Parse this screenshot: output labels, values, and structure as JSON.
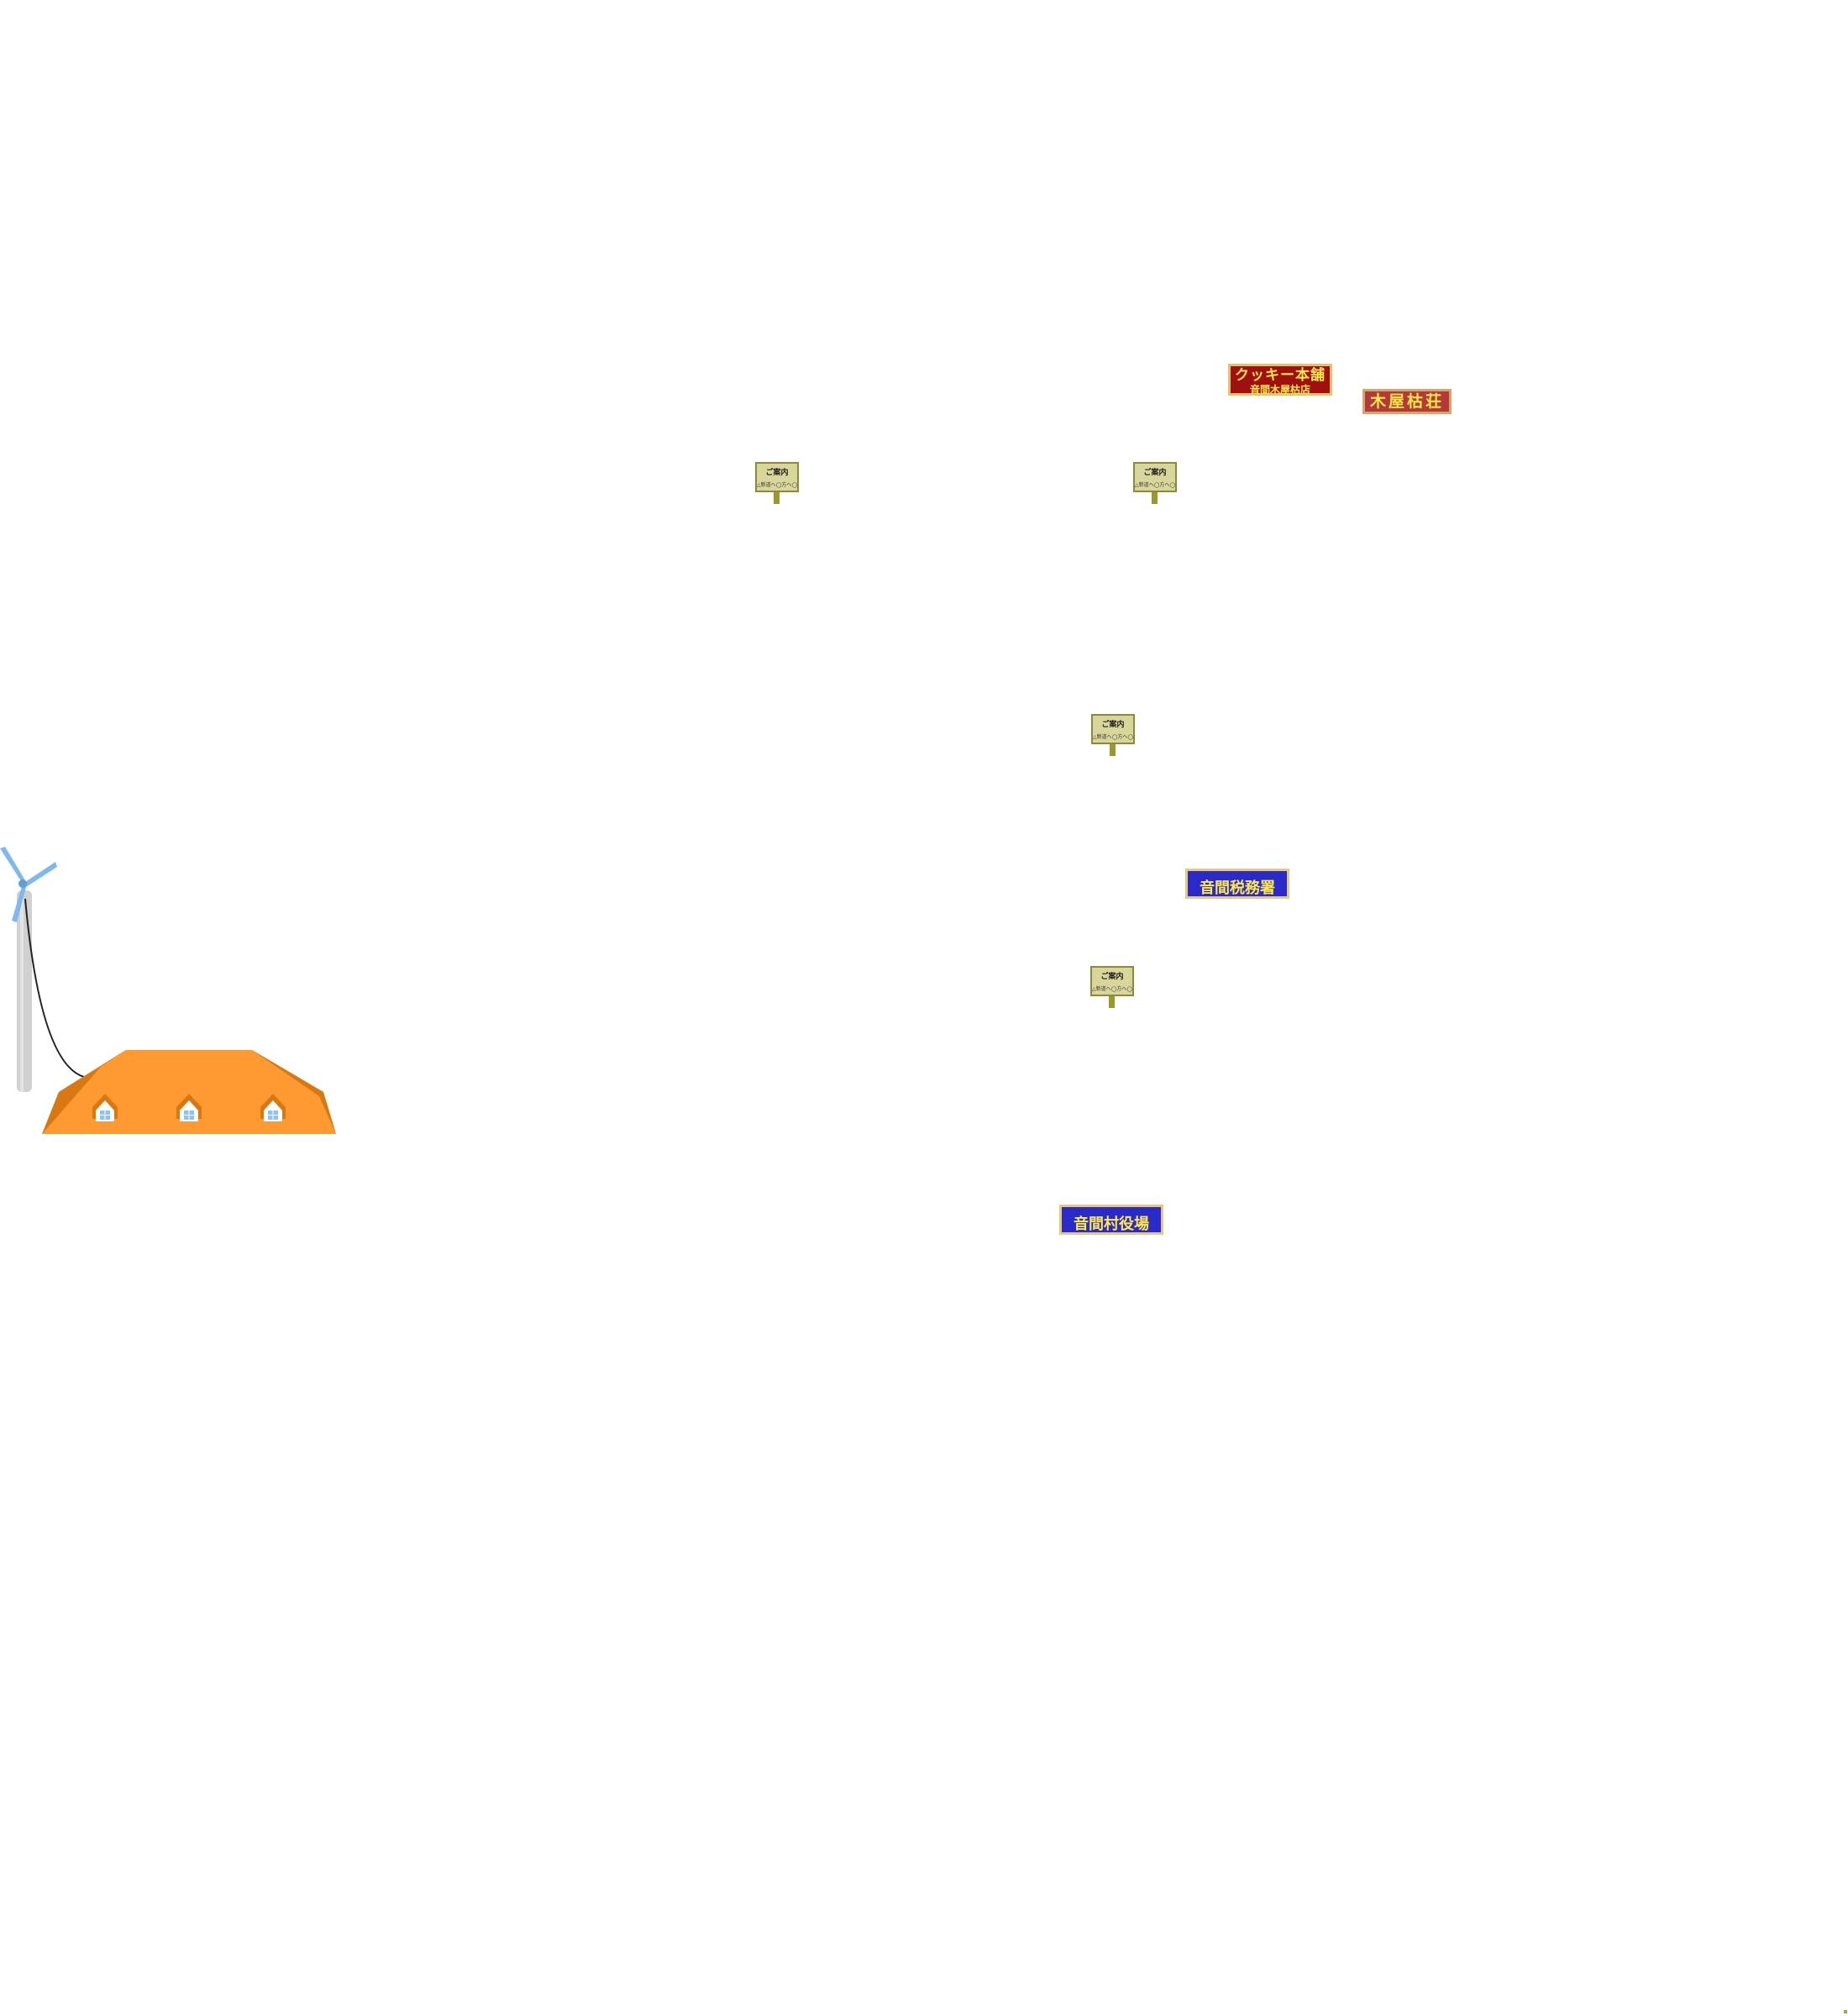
{
  "map": {
    "background_color": "#ffffff"
  },
  "signs": {
    "cookie_shop": {
      "line1": "クッキー本舗",
      "line2": "音間木屋枯店"
    },
    "inn": "木屋枯荘",
    "tax_office": "音間税務署",
    "village_office": "音間村役場"
  },
  "guide_boards": [
    {
      "title": "ご案内",
      "body": "△新道へ◯方へ◯所"
    },
    {
      "title": "ご案内",
      "body": "△新道へ◯方へ◯所"
    },
    {
      "title": "ご案内",
      "body": "△新道へ◯方へ◯所"
    },
    {
      "title": "ご案内",
      "body": "△新道へ◯方へ◯所"
    }
  ],
  "colors": {
    "roof_orange": "#ff9a33",
    "roof_shadow": "#d97712",
    "turbine_blade": "#7fb8ee",
    "turbine_tower": "#d0d0d0",
    "guide_board": "#d8d69a",
    "blue_sign": "#2a2ac8",
    "red_sign": "#a01010",
    "sign_text": "#ffe84a"
  }
}
